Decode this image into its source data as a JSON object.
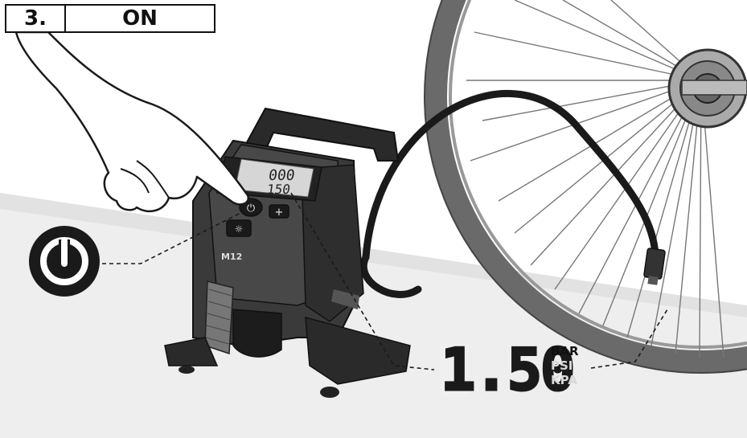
{
  "step": {
    "number": "3.",
    "title": "ON"
  },
  "display": {
    "value": "1.50",
    "units": [
      "BAR",
      "PSI",
      "KPA"
    ],
    "active_unit": "BAR",
    "active_color": "#111111",
    "inactive_color": "#d8d8d8"
  },
  "device": {
    "lcd_top": "000",
    "lcd_bottom": "150",
    "brand_label": "M12"
  },
  "icons": {
    "power": "power-icon",
    "plus": "plus-icon",
    "light": "light-icon"
  }
}
